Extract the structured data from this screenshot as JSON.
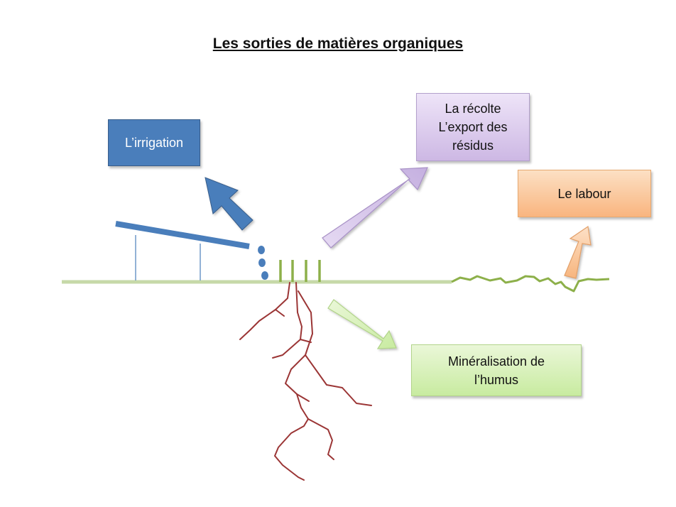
{
  "title": "Les sorties de matières organiques",
  "boxes": {
    "irrigation": "L’irrigation",
    "harvest": "La récolte\nL’export des\nrésidus",
    "plough": "Le labour",
    "mineralisation": "Minéralisation de\nl’humus"
  },
  "colors": {
    "irrigation": "#4a7ebb",
    "harvest": "#d9c8ec",
    "plough": "#fbc898",
    "mineralisation": "#d6f0b8",
    "ground": "#c6d9a8",
    "grass": "#8db04a",
    "roots": "#9b3535"
  },
  "icons": [
    "irrigation-arrow-icon",
    "harvest-arrow-icon",
    "plough-arrow-icon",
    "mineralisation-arrow-icon",
    "water-drops-icon",
    "roots-icon"
  ]
}
